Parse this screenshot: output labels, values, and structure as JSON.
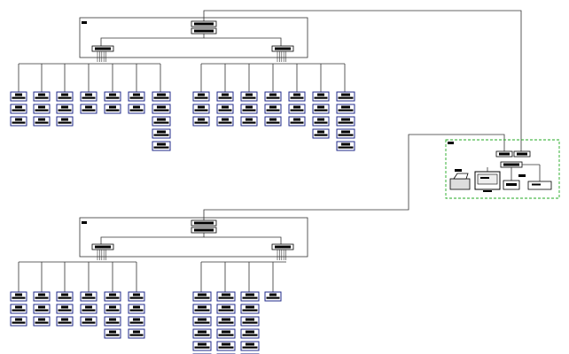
{
  "diagram": {
    "background": "#ffffff",
    "line_color": "#333333",
    "node_border_color": "#1f2a8a",
    "node_fill_color": "#ffffff",
    "node_inner_color": "#000000",
    "accent_group_border_color": "#22aa22",
    "labels_visible": false
  },
  "clusters": [
    {
      "id": "cluster-top",
      "left_switch_columns": [
        3,
        3,
        3,
        2,
        2,
        2,
        5
      ],
      "right_switch_columns": [
        3,
        3,
        3,
        3,
        3,
        4,
        5
      ]
    },
    {
      "id": "cluster-bottom",
      "left_switch_columns": [
        3,
        3,
        3,
        3,
        4,
        4
      ],
      "right_switch_columns": [
        6,
        6,
        6,
        1
      ]
    }
  ],
  "peripheral_group": {
    "id": "management-station",
    "devices": [
      "switch-pair",
      "printer-icon",
      "monitor-icon",
      "workstation-icon",
      "server-icon"
    ]
  }
}
